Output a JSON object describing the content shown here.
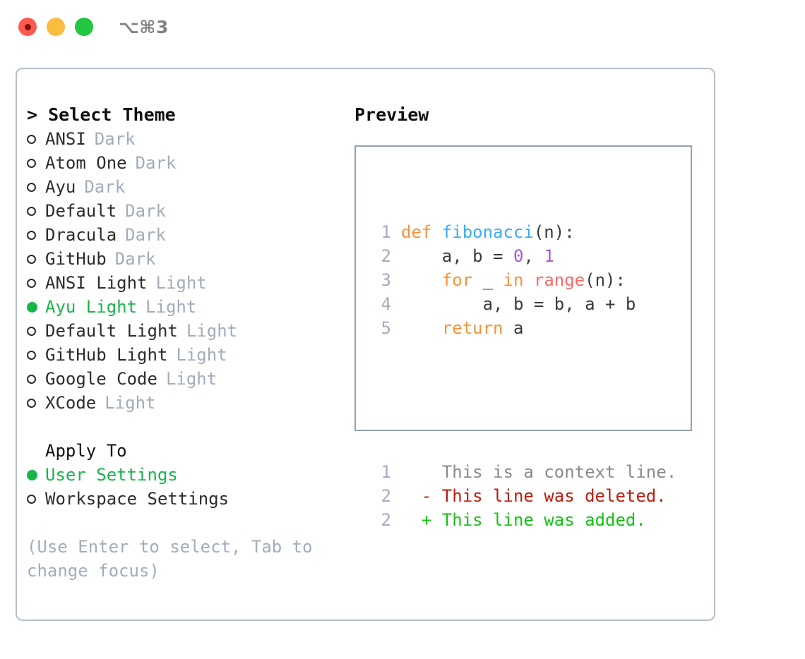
{
  "window": {
    "traffic_lights": [
      "close",
      "minimize",
      "maximize"
    ],
    "shortcut": "⌥⌘3"
  },
  "left": {
    "title": "> Select Theme",
    "themes": [
      {
        "marker": "o",
        "name": "ANSI",
        "tag": "Dark",
        "selected": false
      },
      {
        "marker": "o",
        "name": "Atom One",
        "tag": "Dark",
        "selected": false
      },
      {
        "marker": "o",
        "name": "Ayu",
        "tag": "Dark",
        "selected": false
      },
      {
        "marker": "o",
        "name": "Default",
        "tag": "Dark",
        "selected": false
      },
      {
        "marker": "o",
        "name": "Dracula",
        "tag": "Dark",
        "selected": false
      },
      {
        "marker": "o",
        "name": "GitHub",
        "tag": "Dark",
        "selected": false
      },
      {
        "marker": "o",
        "name": "ANSI Light",
        "tag": "Light",
        "selected": false
      },
      {
        "marker": "●",
        "name": "Ayu Light",
        "tag": "Light",
        "selected": true
      },
      {
        "marker": "o",
        "name": "Default Light",
        "tag": "Light",
        "selected": false
      },
      {
        "marker": "o",
        "name": "GitHub Light",
        "tag": "Light",
        "selected": false
      },
      {
        "marker": "o",
        "name": "Google Code",
        "tag": "Light",
        "selected": false
      },
      {
        "marker": "o",
        "name": "XCode",
        "tag": "Light",
        "selected": false
      }
    ],
    "apply_to_label": "Apply To",
    "apply_to": [
      {
        "marker": "●",
        "name": "User Settings",
        "selected": true
      },
      {
        "marker": "o",
        "name": "Workspace Settings",
        "selected": false
      }
    ],
    "hint": "(Use Enter to select, Tab to change focus)"
  },
  "right": {
    "title": "Preview",
    "code_lines": [
      {
        "num": "1",
        "tokens": [
          {
            "t": "def ",
            "c": "kw"
          },
          {
            "t": "fibonacci",
            "c": "fn"
          },
          {
            "t": "(n):",
            "c": "plain"
          }
        ]
      },
      {
        "num": "2",
        "tokens": [
          {
            "t": "    a, b = ",
            "c": "plain"
          },
          {
            "t": "0",
            "c": "num"
          },
          {
            "t": ", ",
            "c": "plain"
          },
          {
            "t": "1",
            "c": "num"
          }
        ]
      },
      {
        "num": "3",
        "tokens": [
          {
            "t": "    ",
            "c": "plain"
          },
          {
            "t": "for",
            "c": "kw"
          },
          {
            "t": " _ ",
            "c": "plain"
          },
          {
            "t": "in",
            "c": "kw"
          },
          {
            "t": " ",
            "c": "plain"
          },
          {
            "t": "range",
            "c": "bi"
          },
          {
            "t": "(n):",
            "c": "plain"
          }
        ]
      },
      {
        "num": "4",
        "tokens": [
          {
            "t": "        a, b = b, a + b",
            "c": "plain"
          }
        ]
      },
      {
        "num": "5",
        "tokens": [
          {
            "t": "    ",
            "c": "plain"
          },
          {
            "t": "return",
            "c": "kw"
          },
          {
            "t": " a",
            "c": "plain"
          }
        ]
      }
    ],
    "diff_lines": [
      {
        "num": "1",
        "sign": " ",
        "text": " This is a context line.",
        "kind": "ctx"
      },
      {
        "num": "2",
        "sign": "-",
        "text": " This line was deleted.",
        "kind": "del"
      },
      {
        "num": "2",
        "sign": "+",
        "text": " This line was added.",
        "kind": "add"
      }
    ]
  },
  "colors": {
    "accent_green": "#18b44a",
    "muted": "#a2acbb",
    "border": "#b6bfcc",
    "preview_border": "#94a2b3",
    "kw_orange": "#f59337",
    "fn_blue": "#39adf5",
    "num_purple": "#a45ad6",
    "builtin_red": "#fb6a6a",
    "diff_del": "#c01c10",
    "diff_add": "#13c313"
  }
}
